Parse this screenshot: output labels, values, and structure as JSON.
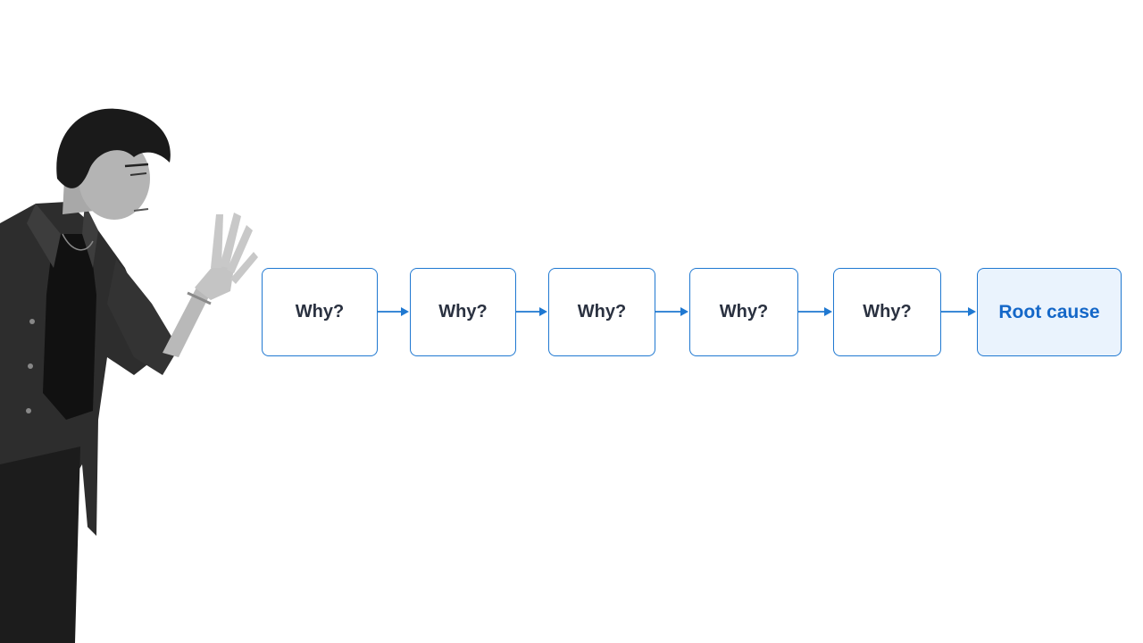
{
  "diagram": {
    "steps": [
      {
        "label": "Why?"
      },
      {
        "label": "Why?"
      },
      {
        "label": "Why?"
      },
      {
        "label": "Why?"
      },
      {
        "label": "Why?"
      }
    ],
    "result": {
      "label": "Root cause"
    }
  },
  "colors": {
    "accent": "#1f78d1",
    "text": "#2a3140",
    "result_fill": "#eaf3fd",
    "result_text": "#1467c8"
  },
  "illustration": {
    "subject": "person-holding-up-four-fingers-icon"
  }
}
